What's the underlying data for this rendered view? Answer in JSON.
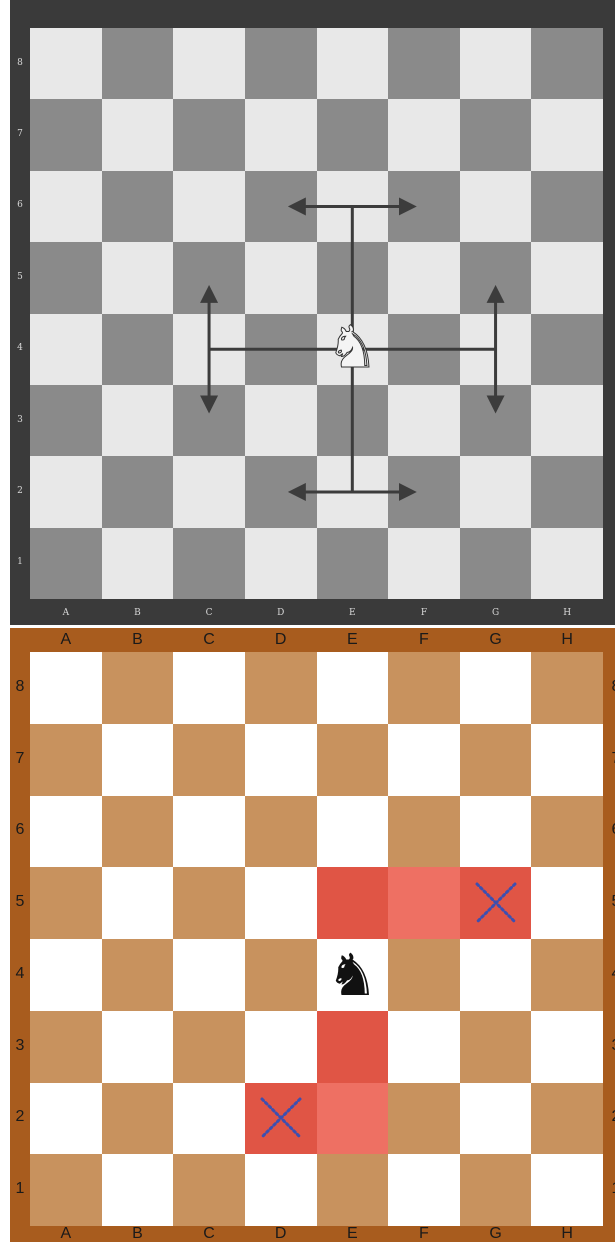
{
  "board_top": {
    "files": [
      "A",
      "B",
      "C",
      "D",
      "E",
      "F",
      "G",
      "H"
    ],
    "ranks": [
      "8",
      "7",
      "6",
      "5",
      "4",
      "3",
      "2",
      "1"
    ],
    "colors": {
      "light": "#e8e8e8",
      "dark": "#8a8a8a",
      "frame": "#3a3a3a",
      "arrow": "#3c3c3c"
    },
    "piece": {
      "type": "knight",
      "square": "E4",
      "icon": "white-knight-icon"
    },
    "arrows": [
      {
        "from": "E4",
        "via": "E6",
        "to": [
          "D6",
          "F6"
        ]
      },
      {
        "from": "E4",
        "via": "E2",
        "to": [
          "D2",
          "F2"
        ]
      },
      {
        "from": "E4",
        "via": "C4",
        "to": [
          "C5",
          "C3"
        ]
      },
      {
        "from": "E4",
        "via": "G4",
        "to": [
          "G5",
          "G3"
        ]
      }
    ]
  },
  "board_bottom": {
    "files": [
      "A",
      "B",
      "C",
      "D",
      "E",
      "F",
      "G",
      "H"
    ],
    "ranks": [
      "8",
      "7",
      "6",
      "5",
      "4",
      "3",
      "2",
      "1"
    ],
    "colors": {
      "light": "#ffffff",
      "dark": "#c8925e",
      "frame": "#a85c1e",
      "highlight_strong": "#e05545",
      "highlight_soft": "#ee7063",
      "xmark": "#3d4fb0"
    },
    "piece": {
      "type": "knight",
      "square": "E4",
      "icon": "black-knight-icon"
    },
    "highlighted_squares": [
      {
        "square": "E5",
        "shade": "strong"
      },
      {
        "square": "F5",
        "shade": "soft"
      },
      {
        "square": "G5",
        "shade": "strong"
      },
      {
        "square": "E3",
        "shade": "strong"
      },
      {
        "square": "E2",
        "shade": "soft"
      },
      {
        "square": "D2",
        "shade": "strong"
      }
    ],
    "target_marks": [
      "G5",
      "D2"
    ]
  }
}
